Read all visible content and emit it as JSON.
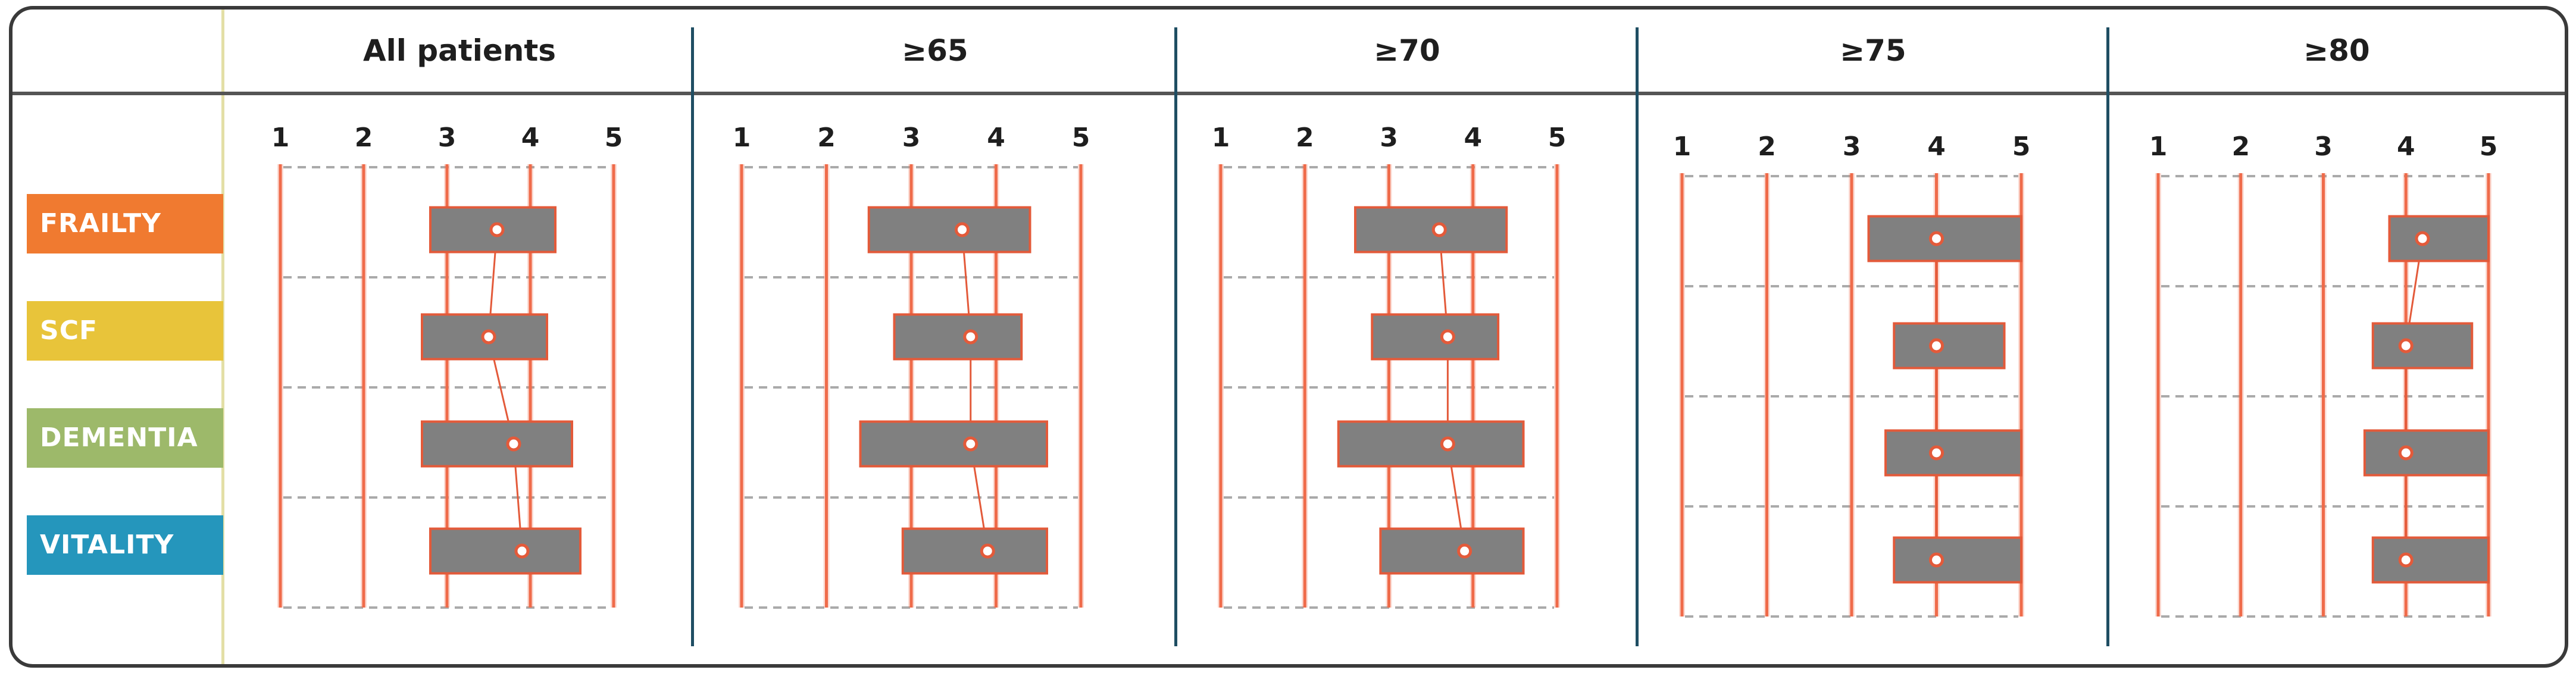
{
  "categories": [
    {
      "label": "FRAILTY",
      "color": "#f07a30"
    },
    {
      "label": "SCF",
      "color": "#e8c43a"
    },
    {
      "label": "DEMENTIA",
      "color": "#9db96a"
    },
    {
      "label": "VITALITY",
      "color": "#2596bc"
    }
  ],
  "colors": {
    "axis_line": "#ef6b4a",
    "box_fill": "#808080",
    "box_border": "#e35a3a",
    "marker_fill": "#ffffff",
    "connector": "#e35a3a",
    "gridline": "#aaaaaa"
  },
  "chart_data": {
    "type": "box-range",
    "scale": {
      "ticks": [
        "1",
        "2",
        "3",
        "4",
        "5"
      ],
      "min": 1,
      "max": 5
    },
    "rows": [
      "FRAILTY",
      "SCF",
      "DEMENTIA",
      "VITALITY"
    ],
    "panels": [
      {
        "title": "All patients",
        "ranges": [
          [
            2.8,
            4.3
          ],
          [
            2.7,
            4.2
          ],
          [
            2.7,
            4.5
          ],
          [
            2.8,
            4.6
          ]
        ],
        "markers": [
          3.6,
          3.5,
          3.8,
          3.9
        ]
      },
      {
        "title": "≥65",
        "ranges": [
          [
            2.5,
            4.4
          ],
          [
            2.8,
            4.3
          ],
          [
            2.4,
            4.6
          ],
          [
            2.9,
            4.6
          ]
        ],
        "markers": [
          3.6,
          3.7,
          3.7,
          3.9
        ]
      },
      {
        "title": "≥70",
        "ranges": [
          [
            2.6,
            4.4
          ],
          [
            2.8,
            4.3
          ],
          [
            2.4,
            4.6
          ],
          [
            2.9,
            4.6
          ]
        ],
        "markers": [
          3.6,
          3.7,
          3.7,
          3.9
        ]
      },
      {
        "title": "≥75",
        "ranges": [
          [
            3.2,
            5.0
          ],
          [
            3.5,
            4.8
          ],
          [
            3.4,
            5.0
          ],
          [
            3.5,
            5.0
          ]
        ],
        "markers": [
          4.0,
          4.0,
          4.0,
          4.0
        ]
      },
      {
        "title": "≥80",
        "ranges": [
          [
            3.8,
            5.0
          ],
          [
            3.6,
            4.8
          ],
          [
            3.5,
            5.0
          ],
          [
            3.6,
            5.0
          ]
        ],
        "markers": [
          4.2,
          4.0,
          4.0,
          4.0
        ]
      }
    ]
  }
}
